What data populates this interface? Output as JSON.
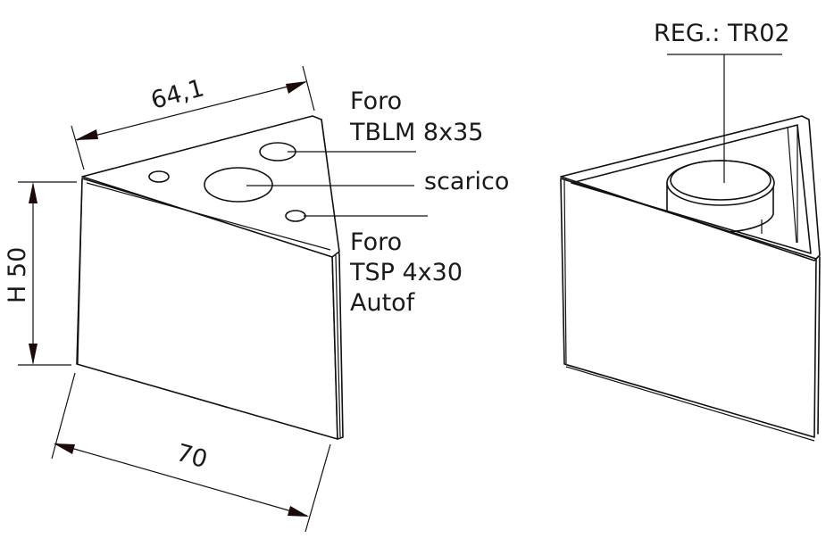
{
  "left_view": {
    "dimensions": {
      "top_edge": "64,1",
      "height": "H 50",
      "bottom_edge": "70"
    },
    "callouts": {
      "hole_large_line1": "Foro",
      "hole_large_line2": "TBLM 8x35",
      "drain": "scarico",
      "hole_small_line1": "Foro",
      "hole_small_line2": "TSP 4x30",
      "hole_small_line3": "Autof"
    }
  },
  "right_view": {
    "callouts": {
      "adjuster": "REG.: TR02"
    }
  },
  "colors": {
    "line": "#111111",
    "arrowhead": "#1a0a0a",
    "background": "#ffffff"
  }
}
